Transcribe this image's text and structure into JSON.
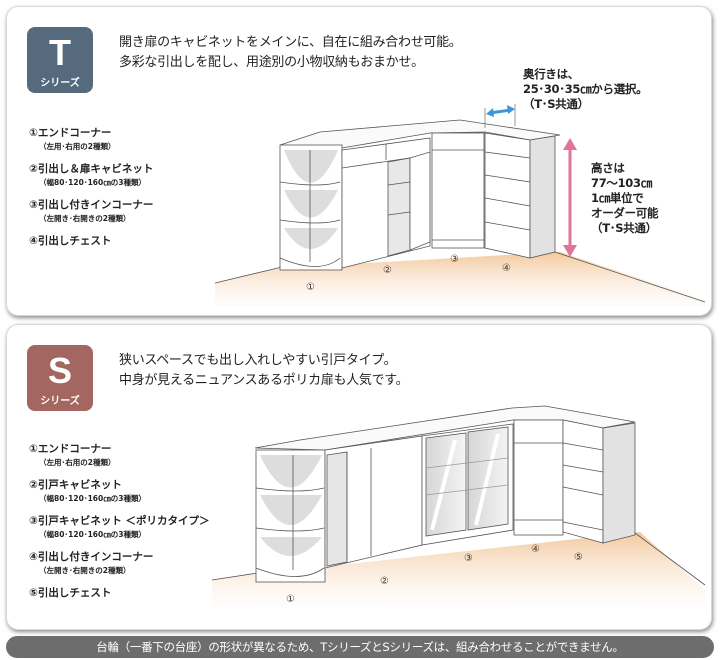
{
  "colors": {
    "t_badge": "#566a7e",
    "s_badge": "#a36660",
    "floor": "#f5cfa8",
    "depth_arrow": "#3a9ad9",
    "height_arrow": "#e0749a",
    "footer": "#6d6d6d"
  },
  "t_series": {
    "badge_letter": "T",
    "badge_label": "シリーズ",
    "lead": [
      "開き扉のキャビネットをメインに、自在に組み合わせ可能。",
      "多彩な引出しを配し、用途別の小物収納もおまかせ。"
    ],
    "items": [
      {
        "label": "①エンドコーナー",
        "sub": "（左用･右用の2種類）"
      },
      {
        "label": "②引出し＆扉キャビネット",
        "sub": "（幅80･120･160㎝の3種類）"
      },
      {
        "label": "③引出し付きインコーナー",
        "sub": "（左開き･右開きの2種類）"
      },
      {
        "label": "④引出しチェスト",
        "sub": ""
      }
    ],
    "depth_note": [
      "奥行きは、",
      "25･30･35㎝から選択。",
      "（T･S共通）"
    ],
    "height_note": [
      "高さは",
      "77～103㎝",
      "1㎝単位で",
      "オーダー可能",
      "（T･S共通）"
    ],
    "markers": [
      "①",
      "②",
      "③",
      "④"
    ]
  },
  "s_series": {
    "badge_letter": "S",
    "badge_label": "シリーズ",
    "lead": [
      "狭いスペースでも出し入れしやすい引戸タイプ。",
      "中身が見えるニュアンスあるポリカ扉も人気です。"
    ],
    "items": [
      {
        "label": "①エンドコーナー",
        "sub": "（左用･右用の2種類）"
      },
      {
        "label": "②引戸キャビネット",
        "sub": "（幅80･120･160㎝の3種類）"
      },
      {
        "label": "③引戸キャビネット ＜ポリカタイプ＞",
        "sub": "（幅80･120･160㎝の3種類）"
      },
      {
        "label": "④引出し付きインコーナー",
        "sub": "（左開き･右開きの2種類）"
      },
      {
        "label": "⑤引出しチェスト",
        "sub": ""
      }
    ],
    "markers": [
      "①",
      "②",
      "③",
      "④",
      "⑤"
    ]
  },
  "footer": "台輪（一番下の台座）の形状が異なるため、TシリーズとSシリーズは、組み合わせることができません。"
}
